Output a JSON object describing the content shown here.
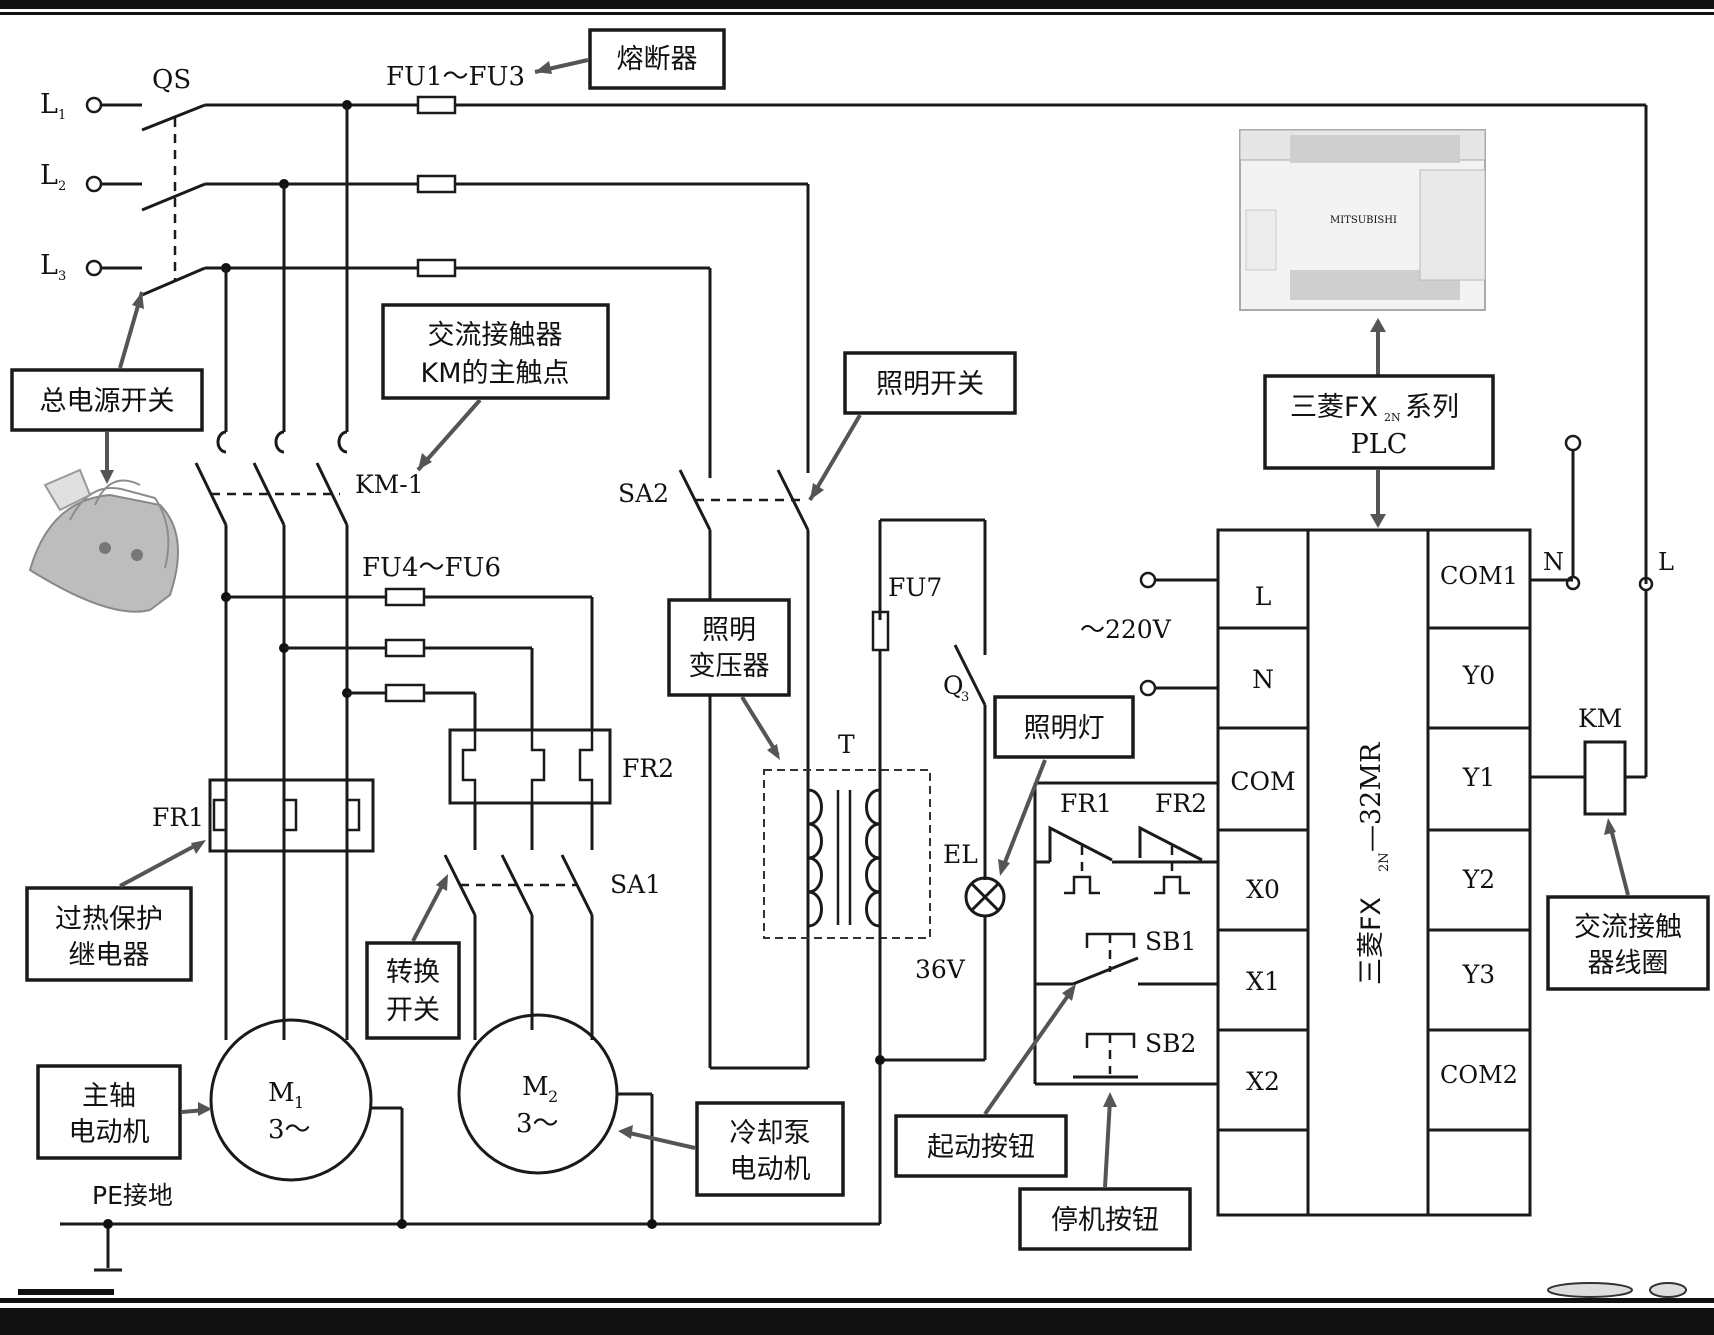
{
  "terminals": {
    "l1": "L",
    "l1_sub": "1",
    "l2": "L",
    "l2_sub": "2",
    "l3": "L",
    "l3_sub": "3"
  },
  "labels": {
    "qs": "QS",
    "fu1_3": "FU1～FU3",
    "fu4_6": "FU4～FU6",
    "fu7": "FU7",
    "km1": "KM-1",
    "sa1": "SA1",
    "sa2": "SA2",
    "fr1": "FR1",
    "fr2": "FR2",
    "t": "T",
    "q3": "Q",
    "q3_sub": "3",
    "el": "EL",
    "v36": "36V",
    "v220": "～220V",
    "pe": "PE接地",
    "m1": "M",
    "m1_sub": "1",
    "m1_phase": "3～",
    "m2": "M",
    "m2_sub": "2",
    "m2_phase": "3～",
    "sb1": "SB1",
    "sb2": "SB2",
    "fr1_plc": "FR1",
    "fr2_plc": "FR2",
    "km": "KM",
    "n_top": "N",
    "l_top": "L"
  },
  "callouts": {
    "fuse": "熔断器",
    "contactor_main_1": "交流接触器",
    "contactor_main_2": "KM的主触点",
    "main_switch": "总电源开关",
    "light_switch": "照明开关",
    "plc_1": "三菱FX",
    "plc_1_sub": "2N",
    "plc_1_end": "系列",
    "plc_2": "PLC",
    "light_transformer_1": "照明",
    "light_transformer_2": "变压器",
    "lamp": "照明灯",
    "overheat_1": "过热保护",
    "overheat_2": "继电器",
    "changeover_1": "转换",
    "changeover_2": "开关",
    "spindle_motor_1": "主轴",
    "spindle_motor_2": "电动机",
    "coolant_motor_1": "冷却泵",
    "coolant_motor_2": "电动机",
    "start_button": "起动按钮",
    "stop_button": "停机按钮",
    "coil_1": "交流接触",
    "coil_2": "器线圈"
  },
  "plc": {
    "model_prefix": "三菱FX",
    "model_sub": "2N",
    "model_suffix": "—32MR",
    "left_terminals": [
      "L",
      "N",
      "COM",
      "X0",
      "X1",
      "X2",
      ""
    ],
    "right_terminals": [
      "COM1",
      "Y0",
      "Y1",
      "Y2",
      "Y3",
      "COM2",
      ""
    ]
  },
  "device_photo_brand": "MITSUBISHI"
}
